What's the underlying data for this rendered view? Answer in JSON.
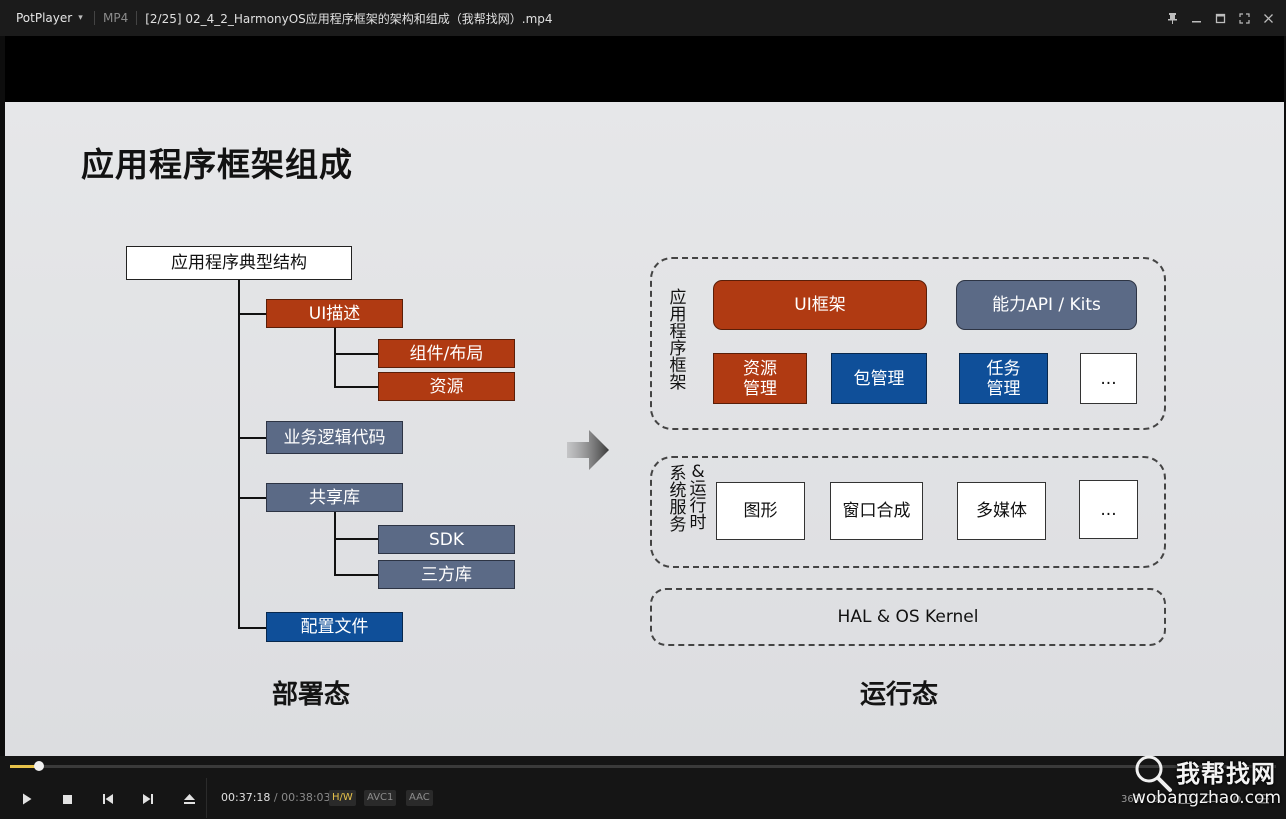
{
  "titlebar": {
    "app_name": "PotPlayer",
    "format": "MP4",
    "file_title": "[2/25] 02_4_2_HarmonyOS应用程序框架的架构和组成（我帮找网）.mp4",
    "buttons": [
      "pin-icon",
      "minimize-icon",
      "maximize-icon",
      "fullscreen-icon",
      "close-icon"
    ]
  },
  "slide": {
    "title": "应用程序框架组成",
    "left": {
      "root": "应用程序典型结构",
      "ui_desc": "UI描述",
      "components": "组件/布局",
      "resources": "资源",
      "biz_logic": "业务逻辑代码",
      "shared_lib": "共享库",
      "sdk": "SDK",
      "third_party": "三方库",
      "config": "配置文件",
      "caption": "部署态"
    },
    "right": {
      "framework_label": "应用程序框架",
      "ui_framework": "UI框架",
      "ability_api": "能力API / Kits",
      "res_mgmt": "资源\n管理",
      "pkg_mgmt": "包管理",
      "task_mgmt": "任务\n管理",
      "more1": "...",
      "services_label_a": "系统服务",
      "services_label_b": "&运行时",
      "graphics": "图形",
      "window_compose": "窗口合成",
      "multimedia": "多媒体",
      "more2": "...",
      "kernel": "HAL &  OS Kernel",
      "caption": "运行态"
    }
  },
  "player": {
    "progress": 0.0229,
    "time_current": "00:37:18",
    "time_separator": "/",
    "time_total": "00:38:03",
    "badges": {
      "hw": "H/W",
      "video": "AVC1",
      "audio": "AAC"
    },
    "right_icons": [
      "360°",
      "3D"
    ]
  },
  "watermark": {
    "brand": "我帮找网",
    "url": "wobangzhao.com"
  },
  "colors": {
    "accent": "#e7c24a",
    "slide_red": "#b03a12",
    "slide_gray": "#5b6a86",
    "slide_blue": "#0f4f99"
  }
}
